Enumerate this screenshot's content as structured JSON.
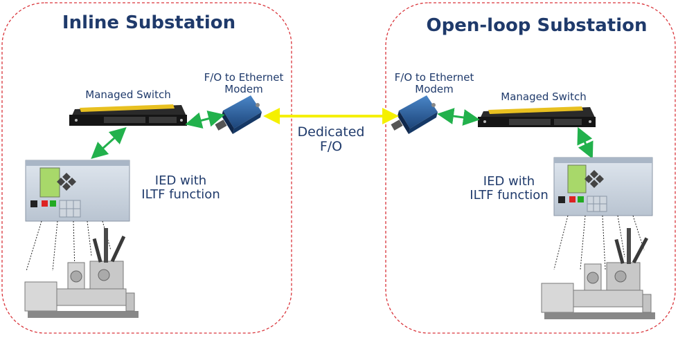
{
  "left": {
    "title": "Inline Substation",
    "switch_label": "Managed Switch",
    "modem_label_line1": "F/O to Ethernet",
    "modem_label_line2": "Modem",
    "ied_line1": "IED with",
    "ied_line2": "ILTF function"
  },
  "right": {
    "title": "Open-loop Substation",
    "switch_label": "Managed Switch",
    "modem_label_line1": "F/O to Ethernet",
    "modem_label_line2": "Modem",
    "ied_line1": "IED with",
    "ied_line2": "ILTF function"
  },
  "link": {
    "line1": "Dedicated",
    "line2": "F/O"
  },
  "colors": {
    "region_border": "#d9343a",
    "text": "#1f3a6b",
    "ethernet_arrow": "#22b14c",
    "fiber_arrow": "#f5f000",
    "modem_body": "#2a5f9e",
    "switch_body": "#1a1a1a",
    "switch_stripe": "#e8c020",
    "ied_panel": "#c8d2de",
    "ied_screen": "#a8d86a"
  }
}
